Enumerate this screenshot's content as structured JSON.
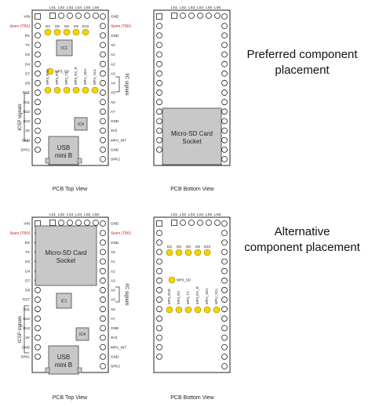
{
  "headings": {
    "preferred_line1": "Preferred component",
    "preferred_line2": "placement",
    "alternative_line1": "Alternative",
    "alternative_line2": "component placement"
  },
  "captions": {
    "top_view": "PCB Top View",
    "bottom_view": "PCB Bottom View"
  },
  "led_labels": [
    "LS1",
    "LS2",
    "LS3",
    "LS4",
    "LS5",
    "LS6"
  ],
  "left_pins": [
    "VIN",
    "Spare (TBD)",
    "RX",
    "TX",
    "D2",
    "D4",
    "D7",
    "D8",
    "RST",
    "D11",
    "D12",
    "D13",
    "3V",
    "GND",
    "SPK1"
  ],
  "right_pins": [
    "GND",
    "Spare (TBD)",
    "GND",
    "A0",
    "A1",
    "A2",
    "A3",
    "A4",
    "A5",
    "A6",
    "A7",
    "GND",
    "3V3",
    "MPU_INT",
    "GND",
    "SPK2"
  ],
  "spare_label": "Spare (TBD)",
  "spare_color": "#cc0000",
  "pad_color": "#f5d300",
  "chip_fill": "#c8c8c8",
  "top_d_labels": [
    "D3",
    "D5",
    "D6",
    "D9",
    "D10"
  ],
  "mp3_sd": "MP3_SD",
  "signal_labels": [
    "MP3_RX0",
    "MP3_RX",
    "MP3_TX",
    "MP3_RX_R",
    "MPU_SDA",
    "MPU_SCL"
  ],
  "ic1": "IC1",
  "ic4": "IC4",
  "usb_line1": "USB",
  "usb_line2": "mini B",
  "sd_line1": "Micro-SD Card",
  "sd_line2": "Socket",
  "isp_label": "ICSP signals",
  "i2c_label": "I²C signals"
}
